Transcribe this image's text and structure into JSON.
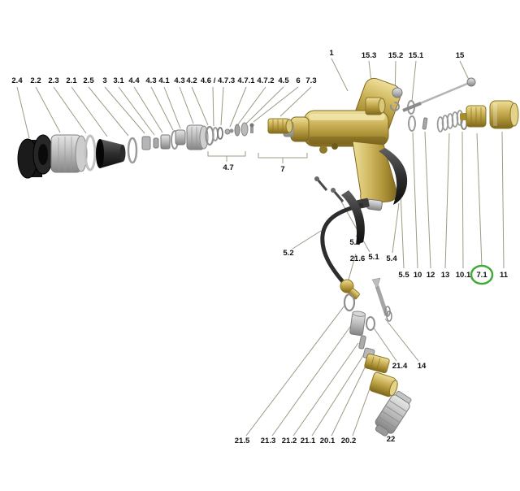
{
  "diagram": {
    "kind": "exploded-parts-diagram",
    "background": "#ffffff",
    "accent_gold": "#cfb65e",
    "highlight": {
      "label": "7.1",
      "color": "#3faa36"
    }
  },
  "labels": [
    {
      "t": "2.4"
    },
    {
      "t": "2.2"
    },
    {
      "t": "2.3"
    },
    {
      "t": "2.1"
    },
    {
      "t": "2.5"
    },
    {
      "t": "3"
    },
    {
      "t": "3.1"
    },
    {
      "t": "4.4"
    },
    {
      "t": "4.3"
    },
    {
      "t": "4.1"
    },
    {
      "t": "4.3"
    },
    {
      "t": "4.2"
    },
    {
      "t": "4.6 / 4.7.3"
    },
    {
      "t": "4.7.1"
    },
    {
      "t": "4.7.2"
    },
    {
      "t": "4.5"
    },
    {
      "t": "6"
    },
    {
      "t": "7.3"
    },
    {
      "t": "1"
    },
    {
      "t": "15.3"
    },
    {
      "t": "15.2"
    },
    {
      "t": "15.1"
    },
    {
      "t": "15"
    },
    {
      "t": "4.7"
    },
    {
      "t": "7"
    },
    {
      "t": "5.2"
    },
    {
      "t": "5.3"
    },
    {
      "t": "21.6"
    },
    {
      "t": "5.1"
    },
    {
      "t": "5.4"
    },
    {
      "t": "5.5"
    },
    {
      "t": "10"
    },
    {
      "t": "12"
    },
    {
      "t": "13"
    },
    {
      "t": "10.1"
    },
    {
      "t": "7.1"
    },
    {
      "t": "11"
    },
    {
      "t": "21.4"
    },
    {
      "t": "14"
    },
    {
      "t": "21.5"
    },
    {
      "t": "21.3"
    },
    {
      "t": "21.2"
    },
    {
      "t": "21.1"
    },
    {
      "t": "20.1"
    },
    {
      "t": "20.2"
    },
    {
      "t": "22"
    }
  ]
}
